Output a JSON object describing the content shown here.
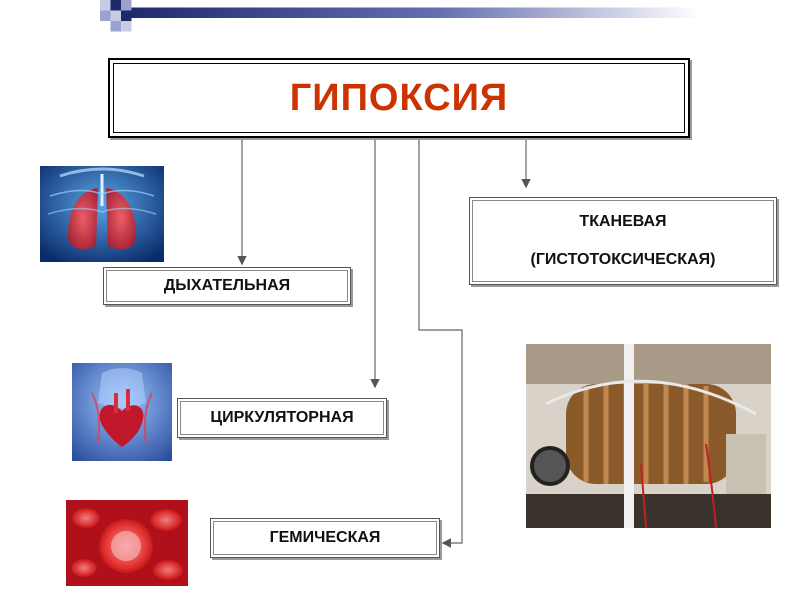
{
  "title": "ГИПОКСИЯ",
  "nodes": {
    "respiratory": "ДЫХАТЕЛЬНАЯ",
    "circulatory": "ЦИРКУЛЯТОРНАЯ",
    "hemic": "ГЕМИЧЕСКАЯ",
    "tissue_line1": "ТКАНЕВАЯ",
    "tissue_line2": "(ГИСТОТОКСИЧЕСКАЯ)"
  },
  "colors": {
    "title": "#cc3300",
    "header_dark": "#1f2a6b",
    "header_light": "#c6cbe6"
  },
  "images": {
    "lungs": "lungs-illustration",
    "heart": "heart-anatomy-illustration",
    "blood": "red-blood-cells-illustration",
    "lab": "laboratory-apparatus-photo"
  }
}
